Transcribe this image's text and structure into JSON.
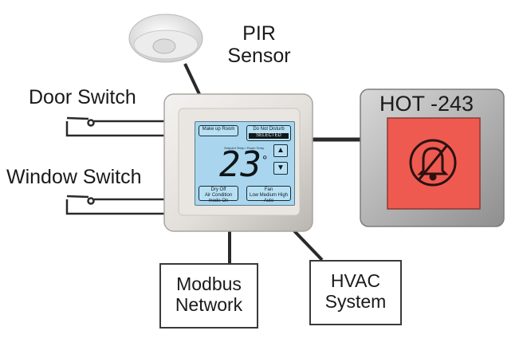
{
  "pir_sensor": {
    "line1": "PIR",
    "line2": "Sensor"
  },
  "door_switch": {
    "label": "Door Switch"
  },
  "window_switch": {
    "label": "Window Switch"
  },
  "hot_panel": {
    "label": "HOT -243",
    "icon": "bell-crossed-icon",
    "color": "#ee5a50"
  },
  "thermostat": {
    "make_up_room": "Make up Room",
    "do_not_disturb": "Do Not Disturb",
    "selected": "SELECTED",
    "setpoint_label": "Setpoint Temp / Room Temp",
    "temperature": "23",
    "unit": "°",
    "dry_off": {
      "line1": "Dry Off",
      "line2": "Air Condition mode On"
    },
    "fan": {
      "line1": "Fan",
      "line2": "Low Medium High Auto"
    },
    "up_icon": "arrow-up-icon",
    "down_icon": "arrow-down-icon"
  },
  "modbus_box": {
    "line1": "Modbus",
    "line2": "Network"
  },
  "hvac_box": {
    "line1": "HVAC",
    "line2": "System"
  }
}
